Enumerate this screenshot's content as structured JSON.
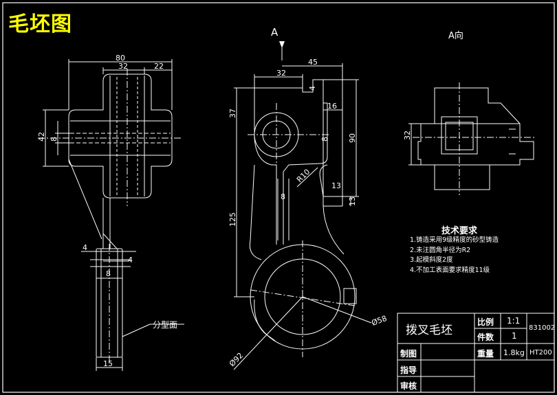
{
  "drawing_title": "毛坯图",
  "view_label_a": "A",
  "view_title_a": "A向",
  "dimensions": {
    "d80": "80",
    "d32_top": "32",
    "d22": "22",
    "d42": "42",
    "d8_left": "8",
    "d4_left": "4",
    "d4_right": "4",
    "d8_mid": "8",
    "d15": "15",
    "d45": "45",
    "d32_side": "32",
    "d4_hub": "4",
    "d37": "37",
    "d16": "16",
    "d8_side": "8",
    "d90": "90",
    "r10": "R10",
    "d13": "13",
    "d8_web": "8",
    "d125": "125",
    "d13_vert": "13",
    "dia58": "Ø58",
    "dia92": "Ø92",
    "d32_aview": "32"
  },
  "parting_label": "分型面",
  "tech": {
    "title": "技术要求",
    "items": [
      "1.铸造采用9级精度的砂型铸造",
      "2.未注圆角半径为R2",
      "3.起模斜度2度",
      "4.不加工表面要求精度11级"
    ]
  },
  "title_block": {
    "part_name": "拨叉毛坯",
    "scale_label": "比例",
    "scale_value": "1:1",
    "drawing_no": "831002",
    "qty_label": "件数",
    "qty_value": "1",
    "drawn_label": "制图",
    "weight_label": "重量",
    "weight_value": "1.8kg",
    "material": "HT200",
    "guide_label": "指导",
    "review_label": "审核"
  }
}
